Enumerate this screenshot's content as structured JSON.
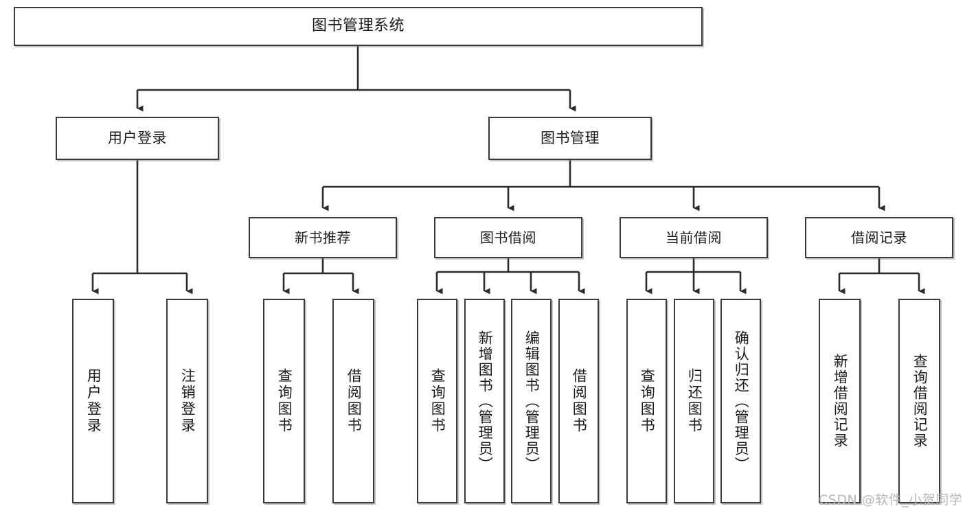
{
  "diagram": {
    "title": "图书管理系统",
    "watermark": "CSDN @软件_小贺同学",
    "colors": {
      "box_border": "#3a3a3a",
      "connector": "#2b2b2b",
      "text": "#1b1b1b",
      "background": "#ffffff",
      "watermark": "#b8b8b8"
    },
    "nodes": {
      "root": {
        "label": "图书管理系统"
      },
      "level2": [
        {
          "label": "用户登录"
        },
        {
          "label": "图书管理"
        }
      ],
      "level3": [
        {
          "label": "新书推荐"
        },
        {
          "label": "图书借阅"
        },
        {
          "label": "当前借阅"
        },
        {
          "label": "借阅记录"
        }
      ],
      "leaves": {
        "user_login": [
          {
            "label": "用户登录"
          },
          {
            "label": "注销登录"
          }
        ],
        "new_book_recommend": [
          {
            "label": "查询图书"
          },
          {
            "label": "借阅图书"
          }
        ],
        "book_borrow": [
          {
            "label": "查询图书"
          },
          {
            "label": "新增图书（管理员）"
          },
          {
            "label": "编辑图书（管理员）"
          },
          {
            "label": "借阅图书"
          }
        ],
        "current_borrow": [
          {
            "label": "查询图书"
          },
          {
            "label": "归还图书"
          },
          {
            "label": "确认归还（管理员）"
          }
        ],
        "borrow_record": [
          {
            "label": "新增借阅记录"
          },
          {
            "label": "查询借阅记录"
          }
        ]
      }
    }
  }
}
